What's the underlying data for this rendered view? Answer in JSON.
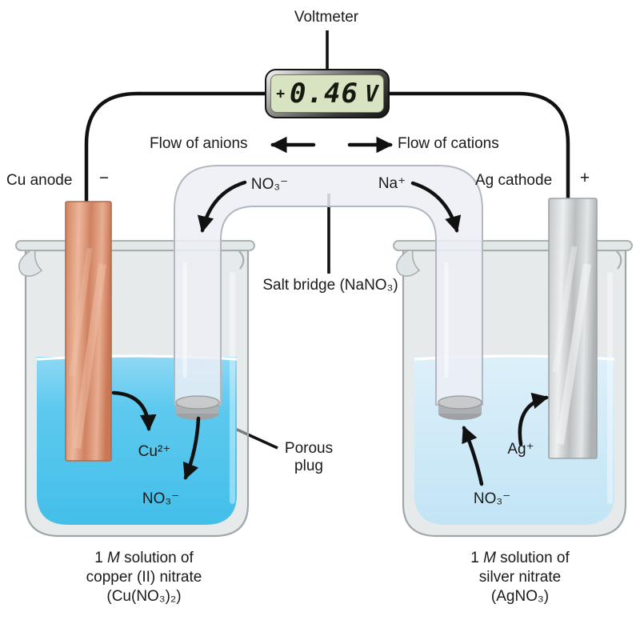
{
  "voltmeter": {
    "label": "Voltmeter",
    "sign": "+",
    "value": "0.46",
    "unit": "V"
  },
  "flow": {
    "anions_label": "Flow of anions",
    "cations_label": "Flow of cations"
  },
  "anode": {
    "label": "Cu anode",
    "sign": "−"
  },
  "cathode": {
    "label": "Ag cathode",
    "sign": "+"
  },
  "salt_bridge": {
    "label": "Salt bridge (NaNO₃)",
    "anion": "NO₃⁻",
    "cation": "Na⁺"
  },
  "porous_plug": {
    "line1": "Porous",
    "line2": "plug"
  },
  "left_beaker": {
    "cation_ion": "Cu²⁺",
    "anion_ion": "NO₃⁻",
    "caption_prefix": "1 ",
    "caption_m": "M",
    "caption_suffix": " solution of",
    "caption_line2": "copper (II) nitrate",
    "caption_line3": "(Cu(NO₃)₂)"
  },
  "right_beaker": {
    "cation_ion": "Ag⁺",
    "anion_ion": "NO₃⁻",
    "caption_prefix": "1 ",
    "caption_m": "M",
    "caption_suffix": " solution of",
    "caption_line2": "silver nitrate",
    "caption_line3": "(AgNO₃)"
  },
  "colors": {
    "copper_electrode": "#d0825f",
    "silver_electrode": "#c3c7c9",
    "left_solution": "#4fc2ec",
    "right_solution": "#c9e7f6",
    "lcd_background": "#d8e4c1",
    "tube": "#eceff6"
  }
}
